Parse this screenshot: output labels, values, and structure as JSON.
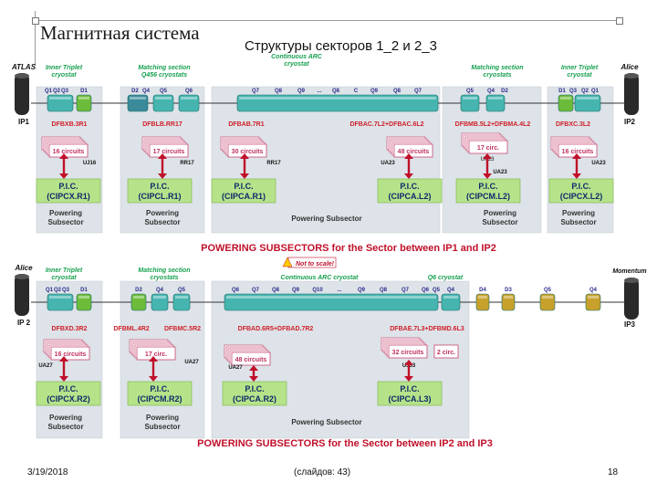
{
  "slide": {
    "title": "Магнитная система",
    "subtitle": "Структуры секторов 1_2 и 2_3",
    "date": "3/19/2018",
    "slides": "(слайдов: 43)",
    "page": "18"
  },
  "colors": {
    "panel": "#dde3e8",
    "cryostat": "#46b5b0",
    "green": "#6dbb3a",
    "pic_fill": "#b6e38a",
    "arrow": "#c0102a",
    "dfb_text": "#d0202a",
    "title_red": "#c0102a",
    "cyl": "#2a2a2a"
  },
  "upper": {
    "left_ip": "ATLAS",
    "left_ip_code": "IP1",
    "right_ip": "Alice",
    "right_ip_code": "IP2",
    "group_labels": [
      "Inner Triplet cryostat",
      "Matching section Q456 cryostats",
      "Continuous ARC cryostat",
      "Matching section cryostats",
      "Inner Triplet cryostat"
    ],
    "magnets": [
      "Q1",
      "Q2",
      "Q3",
      "D1",
      "D2",
      "Q4",
      "Q5",
      "Q6",
      "Q7",
      "Q8",
      "Q9",
      "...",
      "Q8",
      "C",
      "Q9",
      "Q8",
      "Q7",
      "Q5",
      "Q4",
      "D2",
      "D1",
      "Q3",
      "Q2",
      "Q1"
    ],
    "dfbs": [
      "DFBXB.3R1",
      "DFBLB.RR17",
      "DFBAB.7R1",
      "DFBAC.7L2+DFBAC.6L2",
      "DFBMB.5L2+DFBMA.4L2",
      "DFBXC.3L2"
    ],
    "circuits": [
      "16 circuits",
      "17 circuits",
      "30 circuits",
      "48 circuits",
      "17 circ.",
      "16 circuits"
    ],
    "alcoves": [
      "UJ16",
      "RR17",
      "RR17",
      "UA23",
      "UA23",
      "UA23"
    ],
    "alcove_small": "UA23",
    "pics": [
      {
        "line1": "P.I.C.",
        "line2": "(CIPCX.R1)"
      },
      {
        "line1": "P.I.C.",
        "line2": "(CIPCL.R1)"
      },
      {
        "line1": "P.I.C.",
        "line2": "(CIPCA.R1)"
      },
      {
        "line1": "P.I.C.",
        "line2": "(CIPCA.L2)"
      },
      {
        "line1": "P.I.C.",
        "line2": "(CIPCM.L2)"
      },
      {
        "line1": "P.I.C.",
        "line2": "(CIPCX.L2)"
      }
    ],
    "subsectors": [
      "Powering Subsector",
      "Powering Subsector",
      "Powering Subsector",
      "Powering Subsector",
      "Powering Subsector"
    ],
    "banner": "POWERING SUBSECTORS for the Sector between IP1 and IP2"
  },
  "lower": {
    "left_ip": "Alice",
    "left_ip_code": "IP 2",
    "right_ip": "Momentum",
    "right_ip_code": "IP3",
    "not_to_scale": "Not to scale!",
    "group_labels": [
      "Inner Triplet cryostat",
      "Matching section cryostats",
      "Continuous ARC cryostat",
      "Q6 cryostat"
    ],
    "magnets": [
      "Q1",
      "Q2",
      "Q3",
      "D1",
      "D2",
      "Q4",
      "Q5",
      "Q6",
      "Q7",
      "Q8",
      "Q9",
      "Q10",
      "...",
      "Q9",
      "Q8",
      "Q7",
      "Q6",
      "Q5",
      "Q4",
      "D4",
      "D3",
      "Q5",
      "Q4"
    ],
    "dfbs": [
      "DFBXD.3R2",
      "DFBML.4R2",
      "DFBMC.5R2",
      "DFBAD.6R5+DFBAD.7R2",
      "DFBAE.7L3+DFBMD.6L3"
    ],
    "circuits": [
      "16 circuits",
      "17 circ.",
      "48 circuits",
      "32 circuits",
      "2 circ."
    ],
    "alcoves": [
      "UA27",
      "UA27",
      "UA27",
      "UJ33"
    ],
    "pics": [
      {
        "line1": "P.I.C.",
        "line2": "(CIPCX.R2)"
      },
      {
        "line1": "P.I.C.",
        "line2": "(CIPCM.R2)"
      },
      {
        "line1": "P.I.C.",
        "line2": "(CIPCA.R2)"
      },
      {
        "line1": "P.I.C.",
        "line2": "(CIPCA.L3)"
      }
    ],
    "subsectors": [
      "Powering Subsector",
      "Powering Subsector",
      "Powering Subsector"
    ],
    "banner": "POWERING SUBSECTORS for the Sector between IP2 and IP3"
  }
}
